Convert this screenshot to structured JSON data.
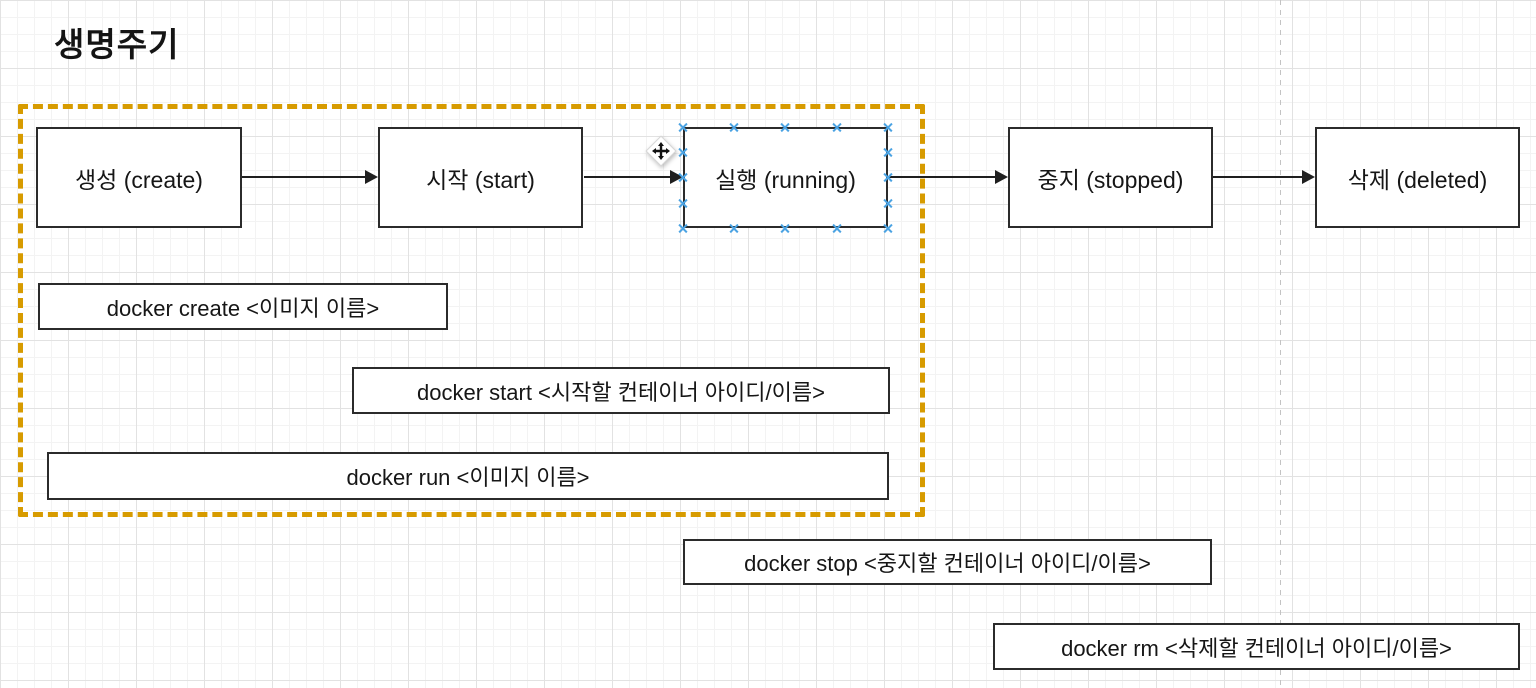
{
  "page": {
    "title": "생명주기"
  },
  "flow": {
    "nodes": [
      {
        "id": "create",
        "label": "생성 (create)",
        "selected": false
      },
      {
        "id": "start",
        "label": "시작 (start)",
        "selected": false
      },
      {
        "id": "running",
        "label": "실행 (running)",
        "selected": true
      },
      {
        "id": "stopped",
        "label": "중지 (stopped)",
        "selected": false
      },
      {
        "id": "deleted",
        "label": "삭제 (deleted)",
        "selected": false
      }
    ],
    "edges": [
      {
        "from": "create",
        "to": "start"
      },
      {
        "from": "start",
        "to": "running"
      },
      {
        "from": "running",
        "to": "stopped"
      },
      {
        "from": "stopped",
        "to": "deleted"
      }
    ]
  },
  "commands": [
    {
      "label": "docker create <이미지 이름>"
    },
    {
      "label": "docker start <시작할 컨테이너 아이디/이름>"
    },
    {
      "label": "docker run <이미지 이름>"
    },
    {
      "label": "docker stop <중지할 컨테이너 아이디/이름>"
    },
    {
      "label": "docker rm <삭제할 컨테이너 아이디/이름>"
    }
  ],
  "icons": {
    "move_cursor": "move-cursor-icon",
    "selection_handle": "connection-point-cross-icon"
  },
  "colors": {
    "group_outline": "#D79B00",
    "node_border": "#2B2B2B",
    "selection_handle": "#4BA3E3",
    "arrow": "#1F1F1F"
  }
}
